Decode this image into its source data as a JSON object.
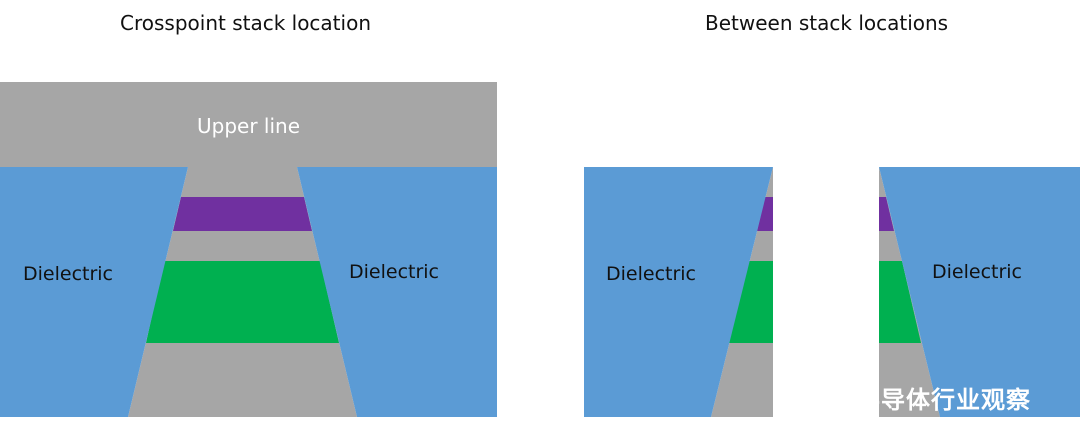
{
  "titles": {
    "left": "Crosspoint stack location",
    "right": "Between stack locations"
  },
  "labels": {
    "upper_line": "Upper line",
    "dielectric": "Dielectric"
  },
  "watermark": {
    "text": "半导体行业观察",
    "icon": "wechat-icon"
  },
  "colors": {
    "upper_line": "#a6a6a6",
    "dielectric": "#5b9bd5",
    "stack_gray": "#a6a6a6",
    "purple_layer": "#7030a0",
    "green_layer": "#00b050"
  }
}
